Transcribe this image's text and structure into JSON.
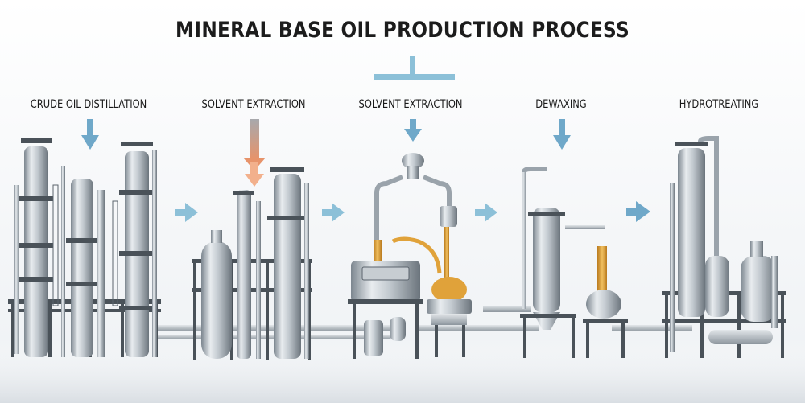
{
  "title": "MINERAL BASE OIL PRODUCTION PROCESS",
  "stages": [
    {
      "label": "CRUDE OIL DISTILLATION"
    },
    {
      "label": "SOLVENT EXTRACTION"
    },
    {
      "label": "SOLVENT EXTRACTION"
    },
    {
      "label": "DEWAXING"
    },
    {
      "label": "HYDROTREATING"
    }
  ],
  "colors": {
    "arrow": "#6fa8c9",
    "arrow_solvent": "#c79a86",
    "arrow_solvent_2": "#e8a27a",
    "steel_light": "#e6eaee",
    "steel_mid": "#a8b1ba",
    "steel_dark": "#5b646d",
    "frame": "#4a5259",
    "oil": "#e0a23a"
  },
  "icons": {
    "stage_arrow": "down-arrow-icon",
    "flow_arrow": "right-arrow-icon",
    "title_connector": "t-connector-icon"
  }
}
